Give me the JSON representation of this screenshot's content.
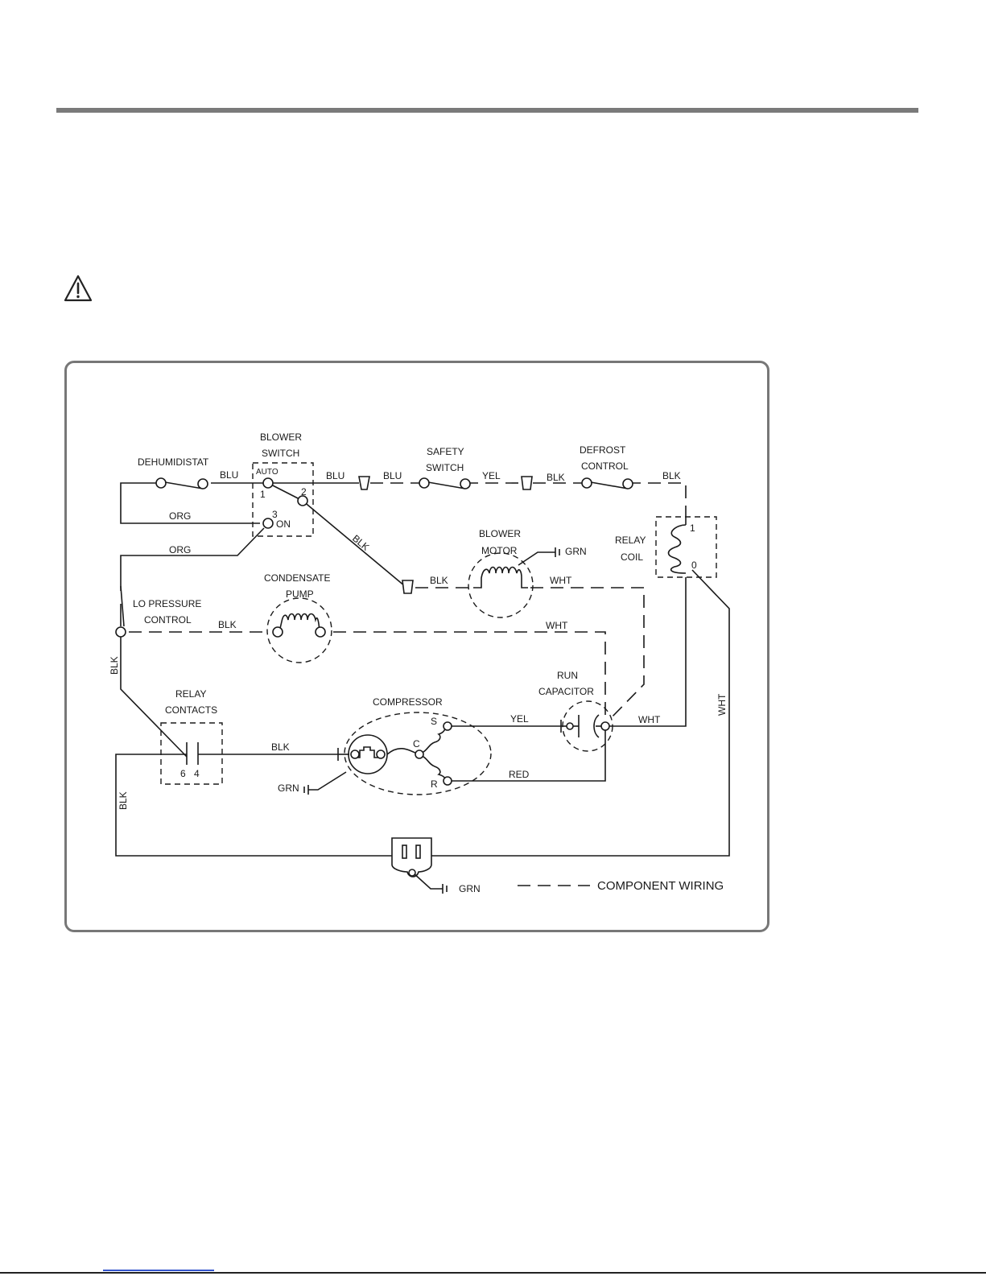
{
  "labels": {
    "dehumidistat": "DEHUMIDISTAT",
    "blower_switch_1": "BLOWER",
    "blower_switch_2": "SWITCH",
    "auto": "AUTO",
    "pos1": "1",
    "pos2": "2",
    "pos3": "3",
    "on": "ON",
    "safety_switch_1": "SAFETY",
    "safety_switch_2": "SWITCH",
    "defrost_control_1": "DEFROST",
    "defrost_control_2": "CONTROL",
    "relay_coil_1": "RELAY",
    "relay_coil_2": "COIL",
    "coil_1": "1",
    "coil_0": "0",
    "blower_motor_1": "BLOWER",
    "blower_motor_2": "MOTOR",
    "condensate_pump_1": "CONDENSATE",
    "condensate_pump_2": "PUMP",
    "lo_pressure_1": "LO PRESSURE",
    "lo_pressure_2": "CONTROL",
    "relay_contacts_1": "RELAY",
    "relay_contacts_2": "CONTACTS",
    "contact_6": "6",
    "contact_4": "4",
    "compressor": "COMPRESSOR",
    "term_s": "S",
    "term_c": "C",
    "term_r": "R",
    "run_capacitor_1": "RUN",
    "run_capacitor_2": "CAPACITOR",
    "legend": "COMPONENT WIRING"
  },
  "wires": {
    "blu": "BLU",
    "yel": "YEL",
    "blk": "BLK",
    "org": "ORG",
    "wht": "WHT",
    "grn": "GRN",
    "red": "RED"
  }
}
